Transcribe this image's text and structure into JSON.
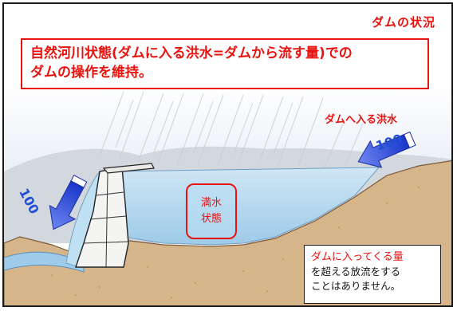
{
  "status_title": "ダムの状況",
  "main_text": [
    "自然河川状態(ダムに入る洪水=ダムから流す量)での",
    "ダムの操作を維持。"
  ],
  "inflow_label": "ダムへ入る洪水",
  "inflow_value": "100",
  "outflow_value": "100",
  "reservoir_label": [
    "満水",
    "状態"
  ],
  "note": [
    "ダムに入ってくる量",
    "を超える放流をする",
    "ことはありません。"
  ],
  "colors": {
    "highlight": "#e8130f",
    "arrow": "#2d47d6",
    "water": "#a9d4ef",
    "ground": "#d7b58b",
    "frame": "#1a1a1a"
  }
}
